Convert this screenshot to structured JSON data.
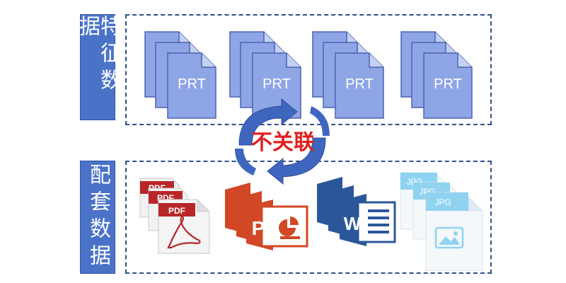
{
  "top": {
    "label": "特征数据",
    "files": [
      {
        "label": "PRT"
      },
      {
        "label": "PRT"
      },
      {
        "label": "PRT"
      },
      {
        "label": "PRT"
      }
    ]
  },
  "middle": {
    "label": "不关联"
  },
  "bottom": {
    "label": "配套数据",
    "pdf_stack": {
      "labels": [
        "PDF",
        "PDF",
        "PDF"
      ]
    },
    "ppt_stack": {
      "letter": "P"
    },
    "word_stack": {
      "letter": "W"
    },
    "jpg_stack": {
      "labels": [
        "JPG",
        "JPG",
        "JPG"
      ]
    }
  },
  "colors": {
    "sidebox": "#4a73c8",
    "prt_fill": "#8ea5e6",
    "prt_stroke": "#4b63b0",
    "dash": "#2f4f8a",
    "arrow": "#3f66bf",
    "relation_text": "#e02020",
    "pdf_red": "#b8262a",
    "ppt_orange": "#d24726",
    "word_blue": "#2b579a",
    "jpg_blue": "#8fd3f0"
  }
}
